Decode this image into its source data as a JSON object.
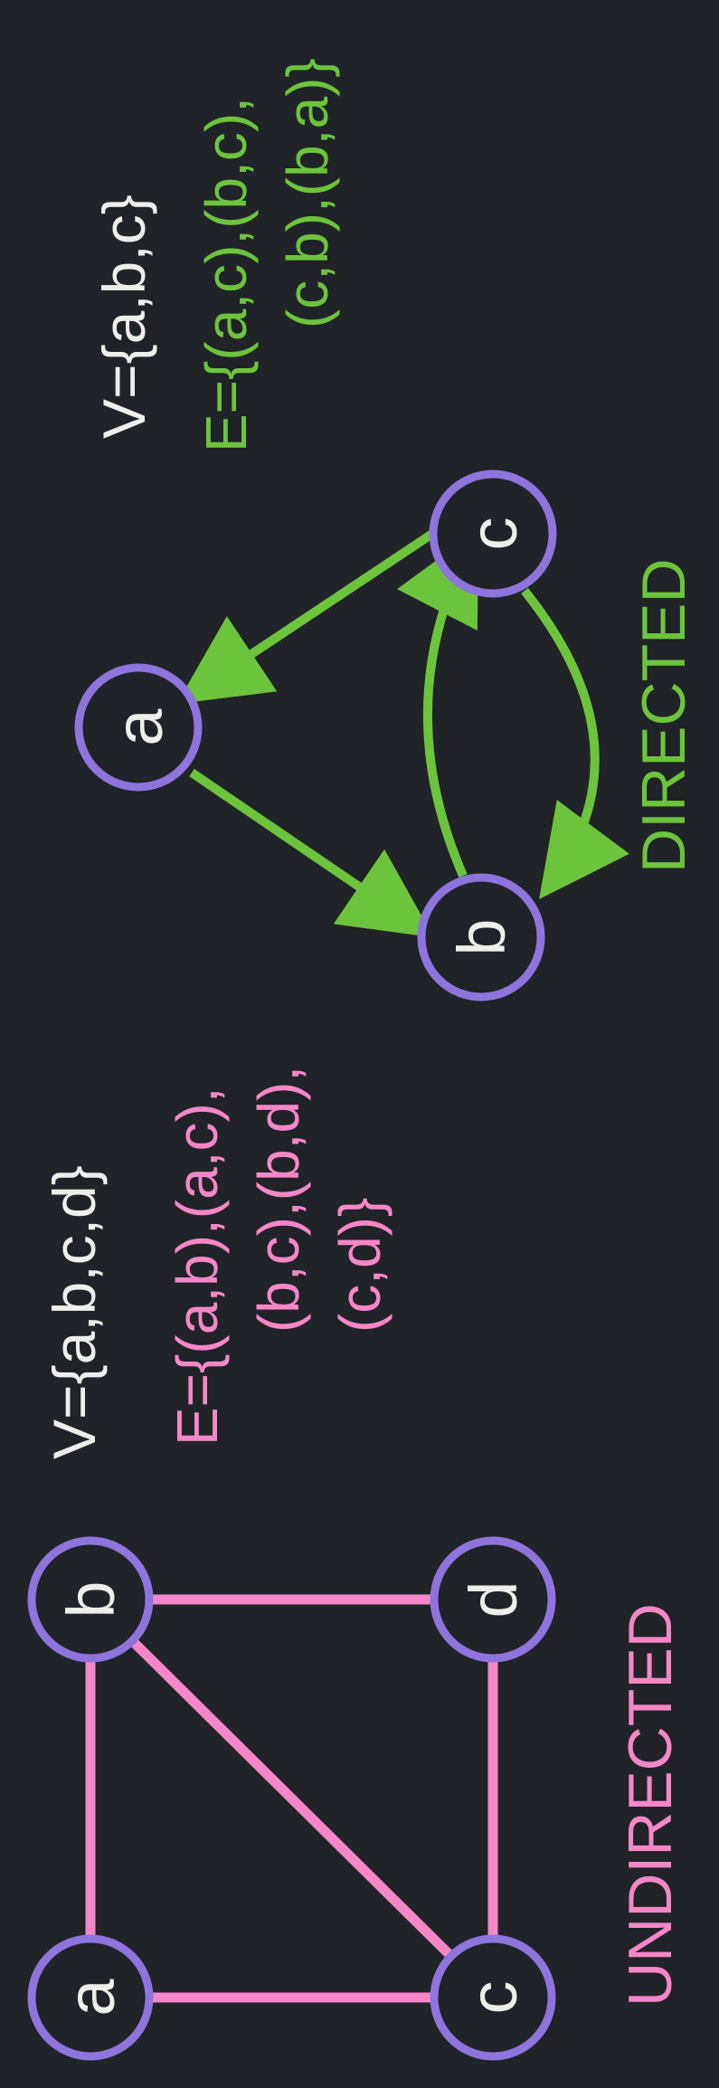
{
  "directed": {
    "title": "DIRECTED",
    "vertex_set": "V={a,b,c}",
    "edge_set_lines": [
      "E={(a,c),(b,c),",
      "(c,b),(b,a)}"
    ],
    "nodes": [
      {
        "id": "a",
        "label": "a"
      },
      {
        "id": "b",
        "label": "b"
      },
      {
        "id": "c",
        "label": "c"
      }
    ]
  },
  "undirected": {
    "title": "UNDIRECTED",
    "vertex_set": "V={a,b,c,d}",
    "edge_set_lines": [
      "E={(a,b),(a,c),",
      "(b,c),(b,d),",
      "(c,d)}"
    ],
    "nodes": [
      {
        "id": "a",
        "label": "a"
      },
      {
        "id": "b",
        "label": "b"
      },
      {
        "id": "c",
        "label": "c"
      },
      {
        "id": "d",
        "label": "d"
      }
    ]
  },
  "colors": {
    "background": "#202327",
    "node_stroke": "#8E74DD",
    "directed_edge": "#6CC43C",
    "undirected_edge": "#F587C8",
    "text_light": "#EEEEEA",
    "directed_text": "#6CC43C",
    "undirected_text": "#F587C8"
  }
}
